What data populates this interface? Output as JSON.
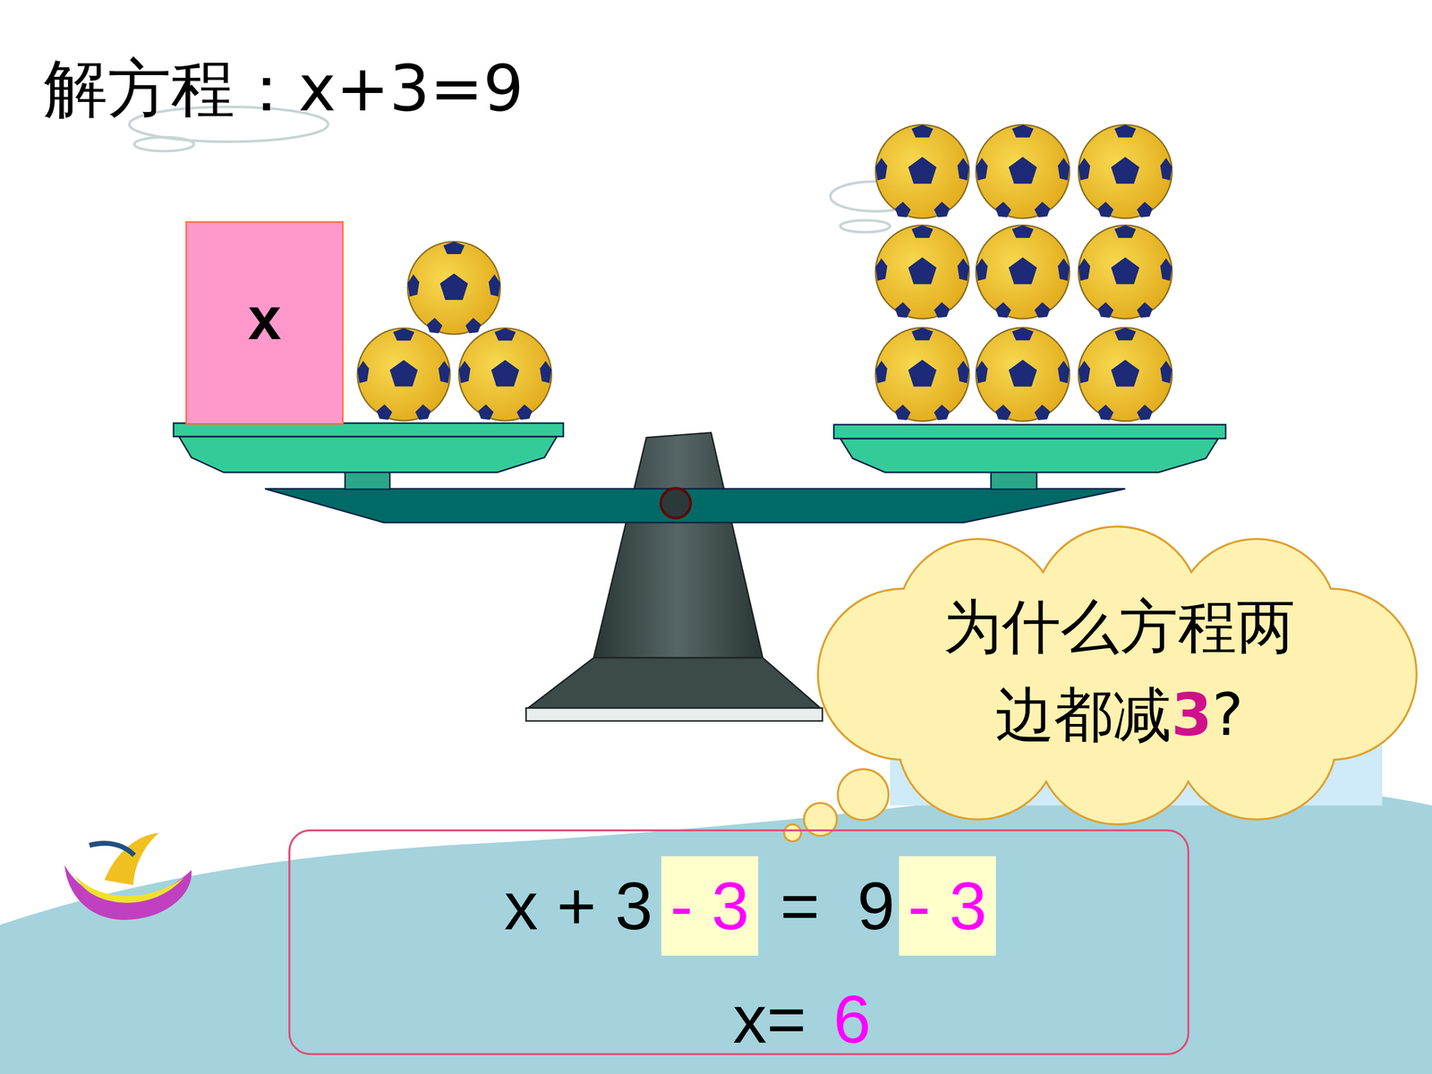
{
  "diagram": {
    "title": "解方程：x+3=9",
    "nodes": [
      {
        "text": [
          "x"
        ]
      },
      {
        "text": [
          "为什么方程两 边都减3?"
        ]
      },
      {
        "text": [
          "x + 3",
          "- 3",
          "=  9",
          "- 3",
          "x=",
          "6"
        ]
      }
    ]
  }
}
